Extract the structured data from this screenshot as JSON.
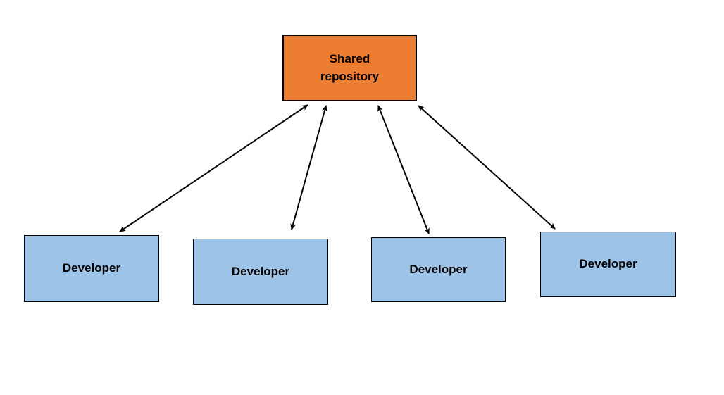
{
  "diagram": {
    "description": "Centralized version control diagram: one shared repository connected to four developers with two-way arrows",
    "colors": {
      "repository_fill": "#ED7D31",
      "developer_fill": "#9DC3E6",
      "border": "#000000",
      "arrow": "#000000",
      "background": "#FFFFFF"
    },
    "nodes": [
      {
        "id": "shared-repository",
        "label": "Shared repository",
        "kind": "repository"
      },
      {
        "id": "developer-1",
        "label": "Developer",
        "kind": "developer"
      },
      {
        "id": "developer-2",
        "label": "Developer",
        "kind": "developer"
      },
      {
        "id": "developer-3",
        "label": "Developer",
        "kind": "developer"
      },
      {
        "id": "developer-4",
        "label": "Developer",
        "kind": "developer"
      }
    ],
    "edges": [
      {
        "from": "shared-repository",
        "to": "developer-1",
        "bidirectional": true
      },
      {
        "from": "shared-repository",
        "to": "developer-2",
        "bidirectional": true
      },
      {
        "from": "shared-repository",
        "to": "developer-3",
        "bidirectional": true
      },
      {
        "from": "shared-repository",
        "to": "developer-4",
        "bidirectional": true
      }
    ]
  }
}
